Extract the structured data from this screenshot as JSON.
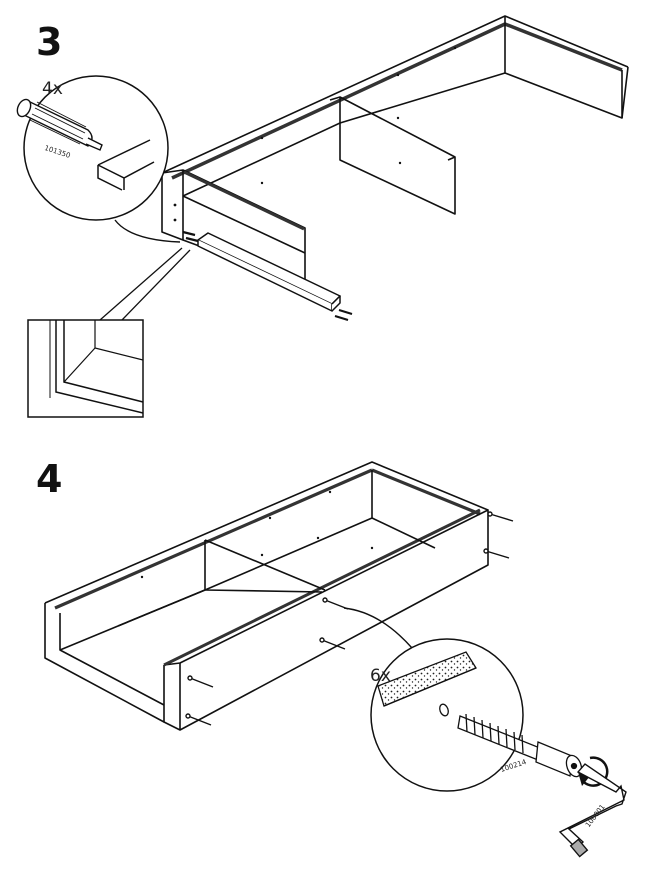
{
  "steps": [
    {
      "number": "3",
      "callout": {
        "quantity": "4x",
        "part_number": "101350",
        "part_icon": "wooden-dowel-icon"
      },
      "detail_view": "corner-detail"
    },
    {
      "number": "4",
      "callout": {
        "quantity": "6x",
        "part_number": "100214",
        "part_icon": "cam-bolt-icon"
      },
      "tool": {
        "part_number": "100001",
        "tool_icon": "allen-key-icon"
      }
    }
  ],
  "colors": {
    "line": "#111111",
    "background": "#ffffff",
    "edge_pattern": "#333333"
  }
}
